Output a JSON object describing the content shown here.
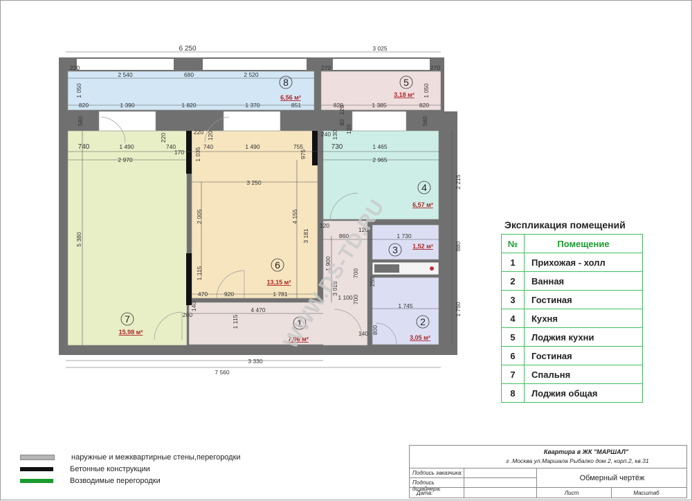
{
  "dimensions": {
    "top_overall_left": "6 250",
    "top_overall_right": "3 025",
    "bottom_overall": "7 560",
    "bottom_partial": "3 330",
    "right_upper": "2 215",
    "right_mid": "880",
    "right_lower": "1 750",
    "loggia_w1": "220",
    "loggia_w2": "2 540",
    "loggia_w3": "680",
    "loggia_w4": "2 520",
    "loggia_w5": "270",
    "loggia_w6": "270",
    "loggia_h": "1 050",
    "loggia_h_r": "1 050",
    "loggia_b1": "820",
    "loggia_b2": "1 390",
    "loggia_b3": "1 820",
    "loggia_b4": "1 370",
    "loggia_b5": "851",
    "loggia_b6": "820",
    "loggia_b7": "1 385",
    "loggia_b8": "820",
    "d_560a": "560",
    "d_560b": "560",
    "d_740a": "740",
    "d_1490a": "1 490",
    "d_740b": "740",
    "d_220a": "220",
    "d_170": "170",
    "d_220b": "220",
    "d_120a": "120",
    "d_740c": "740",
    "d_1490b": "1 490",
    "d_755": "755",
    "d_240": "240",
    "d_130": "130",
    "d_120b": "120",
    "d_80": "80",
    "d_120c": "120",
    "d_730": "730",
    "d_1465": "1 465",
    "d_2970": "2 970",
    "d_1035": "1 035",
    "d_975": "975",
    "d_2965": "2 965",
    "d_3250": "3 250",
    "d_5380": "5 380",
    "d_2005": "2 005",
    "d_4155": "4 155",
    "d_3181": "3 181",
    "d_120d": "120",
    "d_120e": "120",
    "d_860": "860",
    "d_1730": "1 730",
    "d_1900": "1 900",
    "d_3015": "3 015",
    "d_700a": "700",
    "d_250": "250",
    "d_1115a": "1 115",
    "d_470": "470",
    "d_920": "920",
    "d_1781": "1 781",
    "d_1100": "1 100",
    "d_700b": "700",
    "d_1745": "1 745",
    "d_140a": "140",
    "d_4470": "4 470",
    "d_200": "200",
    "d_1115b": "1 115",
    "d_140b": "140",
    "d_800": "800"
  },
  "rooms": [
    {
      "num": "1",
      "area": "7,06 м²"
    },
    {
      "num": "2",
      "area": "3,05 м²"
    },
    {
      "num": "3",
      "area": "1,52 м²"
    },
    {
      "num": "4",
      "area": "6,57 м²"
    },
    {
      "num": "5",
      "area": "3,18 м²"
    },
    {
      "num": "6",
      "area": "13,15 м²"
    },
    {
      "num": "7",
      "area": "15,98 м²"
    },
    {
      "num": "8",
      "area": "6,56 м²"
    }
  ],
  "watermark": "WWW.DS-TD.RU",
  "legend": {
    "title": "Экспликация помещений",
    "col_num": "№",
    "col_name": "Помещение",
    "rows": [
      {
        "n": "1",
        "name": "Прихожая - холл"
      },
      {
        "n": "2",
        "name": "Ванная"
      },
      {
        "n": "3",
        "name": "Гостиная"
      },
      {
        "n": "4",
        "name": "Кухня"
      },
      {
        "n": "5",
        "name": "Лоджия кухни"
      },
      {
        "n": "6",
        "name": "Гостиная"
      },
      {
        "n": "7",
        "name": "Спальня"
      },
      {
        "n": "8",
        "name": "Лоджия общая"
      }
    ]
  },
  "key": [
    {
      "label": "наружные и межквартирные стены,перегородки",
      "color": "#9a9a9a"
    },
    {
      "label": "Бетонные конструкции",
      "color": "#111111"
    },
    {
      "label": "Возводимые перегородки",
      "color": "#1a9c2e"
    }
  ],
  "title_block": {
    "project": "Квартира в ЖК \"МАРШАЛ\"",
    "address": "г .Москва ул.Маршала Рыбалко дом 2, корп.2, кв.31",
    "client_sign": "Подпись заказчика:",
    "designer_sign": "Подпись дизайнера:",
    "date": "Дата:",
    "drawing": "Обмерный чертёж",
    "sheet": "Лист",
    "scale": "Масштаб"
  },
  "colors": {
    "wall": "#707070",
    "loggia8": "#d2e6f5",
    "loggia5": "#efdede",
    "kitchen": "#cdeee6",
    "living6": "#f6e5bf",
    "bedroom7": "#e8eec6",
    "hall1": "#ebe0de",
    "bath2": "#dcdff4",
    "room3": "#dcdff4"
  }
}
